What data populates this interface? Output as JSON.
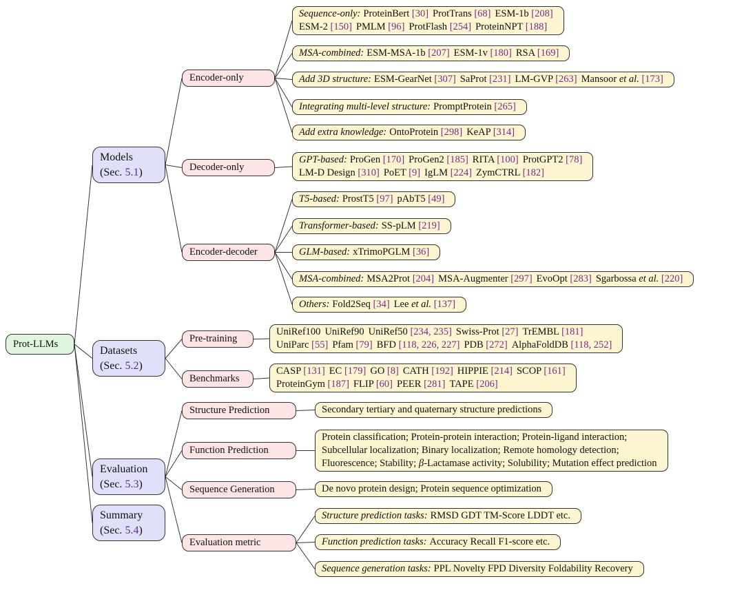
{
  "root": {
    "label": "Prot-LLMs"
  },
  "sections": [
    {
      "title": "Models",
      "sec_prefix": "(Sec. ",
      "sec_num": "5.1",
      "sec_suffix": ")"
    },
    {
      "title": "Datasets",
      "sec_prefix": "(Sec. ",
      "sec_num": "5.2",
      "sec_suffix": ")"
    },
    {
      "title": "Evaluation",
      "sec_prefix": "(Sec. ",
      "sec_num": "5.3",
      "sec_suffix": ")"
    },
    {
      "title": "Summary",
      "sec_prefix": "(Sec. ",
      "sec_num": "5.4",
      "sec_suffix": ")"
    }
  ],
  "subcategories": [
    {
      "label": "Encoder-only"
    },
    {
      "label": "Decoder-only"
    },
    {
      "label": "Encoder-decoder"
    },
    {
      "label": "Pre-training"
    },
    {
      "label": "Benchmarks"
    },
    {
      "label": "Structure Prediction"
    },
    {
      "label": "Function Prediction"
    },
    {
      "label": "Sequence Generation"
    },
    {
      "label": "Evaluation metric"
    }
  ],
  "leaves": [
    {
      "label": "Sequence-only:",
      "lines": [
        [
          {
            "name": "ProteinBert",
            "refs": "[30]"
          },
          {
            "name": "ProtTrans",
            "refs": "[68]"
          },
          {
            "name": "ESM-1b",
            "refs": "[208]"
          }
        ],
        [
          {
            "name": "ESM-2",
            "refs": "[150]"
          },
          {
            "name": "PMLM",
            "refs": "[96]"
          },
          {
            "name": "ProtFlash",
            "refs": "[254]"
          },
          {
            "name": "ProteinNPT",
            "refs": "[188]"
          }
        ]
      ]
    },
    {
      "label": "MSA-combined:",
      "lines": [
        [
          {
            "name": "ESM-MSA-1b",
            "refs": "[207]"
          },
          {
            "name": "ESM-1v",
            "refs": "[180]"
          },
          {
            "name": "RSA",
            "refs": "[169]"
          }
        ]
      ]
    },
    {
      "label": "Add 3D structure:",
      "lines": [
        [
          {
            "name": "ESM-GearNet",
            "refs": "[307]"
          },
          {
            "name": "SaProt",
            "refs": "[231]"
          },
          {
            "name": "LM-GVP",
            "refs": "[263]"
          },
          {
            "name": "Mansoor ",
            "italic": "et al.",
            "refs": "[173]"
          }
        ]
      ]
    },
    {
      "label": "Integrating multi-level structure:",
      "lines": [
        [
          {
            "name": "PromptProtein",
            "refs": "[265]"
          }
        ]
      ]
    },
    {
      "label": "Add extra knowledge:",
      "lines": [
        [
          {
            "name": "OntoProtein",
            "refs": "[298]"
          },
          {
            "name": "KeAP",
            "refs": "[314]"
          }
        ]
      ]
    },
    {
      "label": "GPT-based:",
      "lines": [
        [
          {
            "name": "ProGen",
            "refs": "[170]"
          },
          {
            "name": "ProGen2",
            "refs": "[185]"
          },
          {
            "name": "RITA",
            "refs": "[100]"
          },
          {
            "name": "ProtGPT2",
            "refs": "[78]"
          }
        ],
        [
          {
            "name": "LM-D Design",
            "refs": "[310]"
          },
          {
            "name": "PoET",
            "refs": "[9]"
          },
          {
            "name": "IgLM",
            "refs": "[224]"
          },
          {
            "name": "ZymCTRL",
            "refs": "[182]"
          }
        ]
      ]
    },
    {
      "label": "T5-based:",
      "lines": [
        [
          {
            "name": "ProstT5",
            "refs": "[97]"
          },
          {
            "name": "pAbT5",
            "refs": "[49]"
          }
        ]
      ]
    },
    {
      "label": "Transformer-based:",
      "lines": [
        [
          {
            "name": "SS-pLM",
            "refs": "[219]"
          }
        ]
      ]
    },
    {
      "label": "GLM-based:",
      "lines": [
        [
          {
            "name": "xTrimoPGLM",
            "refs": "[36]"
          }
        ]
      ]
    },
    {
      "label": "MSA-combined:",
      "lines": [
        [
          {
            "name": "MSA2Prot",
            "refs": "[204]"
          },
          {
            "name": "MSA-Augmenter",
            "refs": "[297]"
          },
          {
            "name": "EvoOpt",
            "refs": "[283]"
          },
          {
            "name": "Sgarbossa ",
            "italic": "et al.",
            "refs": "[220]"
          }
        ]
      ]
    },
    {
      "label": "Others:",
      "lines": [
        [
          {
            "name": "Fold2Seq",
            "refs": "[34]"
          },
          {
            "name": "Lee ",
            "italic": "et al.",
            "refs": "[137]"
          }
        ]
      ]
    },
    {
      "label": "",
      "lines": [
        [
          {
            "name": "UniRef100",
            "refs": ""
          },
          {
            "name": "UniRef90",
            "refs": ""
          },
          {
            "name": "UniRef50",
            "refs": "[234, 235]"
          },
          {
            "name": "Swiss-Prot",
            "refs": "[27]"
          },
          {
            "name": "TrEMBL",
            "refs": "[181]"
          }
        ],
        [
          {
            "name": "UniParc",
            "refs": "[55]"
          },
          {
            "name": "Pfam",
            "refs": "[79]"
          },
          {
            "name": "BFD",
            "refs": "[118, 226, 227]"
          },
          {
            "name": "PDB",
            "refs": "[272]"
          },
          {
            "name": "AlphaFoldDB",
            "refs": "[118, 252]"
          }
        ]
      ]
    },
    {
      "label": "",
      "lines": [
        [
          {
            "name": "CASP",
            "refs": "[131]"
          },
          {
            "name": "EC",
            "refs": "[179]"
          },
          {
            "name": "GO",
            "refs": "[8]"
          },
          {
            "name": "CATH",
            "refs": "[192]"
          },
          {
            "name": "HIPPIE",
            "refs": "[214]"
          },
          {
            "name": "SCOP",
            "refs": "[161]"
          }
        ],
        [
          {
            "name": "ProteinGym",
            "refs": "[187]"
          },
          {
            "name": "FLIP",
            "refs": "[60]"
          },
          {
            "name": "PEER",
            "refs": "[281]"
          },
          {
            "name": "TAPE",
            "refs": "[206]"
          }
        ]
      ]
    },
    {
      "label": "",
      "lines": [
        [
          {
            "name": "Secondary  tertiary and quaternary structure predictions",
            "refs": ""
          }
        ]
      ]
    },
    {
      "label": "",
      "lines": [
        [
          {
            "name": "Protein classification; Protein-protein interaction; Protein-ligand interaction;",
            "refs": ""
          }
        ],
        [
          {
            "name": "Subcellular localization; Binary localization; Remote homology detection;",
            "refs": ""
          }
        ],
        [
          {
            "name": "Fluorescence; Stability; ",
            "italic": "β",
            "tail": "-Lactamase activity; Solubility; Mutation effect prediction",
            "refs": ""
          }
        ]
      ]
    },
    {
      "label": "",
      "lines": [
        [
          {
            "name": "De novo protein design; Protein sequence optimization",
            "refs": ""
          }
        ]
      ]
    },
    {
      "label": "Structure prediction tasks:",
      "lines": [
        [
          {
            "name": "RMSD GDT TM-Score LDDT etc.",
            "refs": ""
          }
        ]
      ]
    },
    {
      "label": "Function prediction tasks:",
      "lines": [
        [
          {
            "name": "Accuracy Recall F1-score etc.",
            "refs": ""
          }
        ]
      ]
    },
    {
      "label": "Sequence generation tasks:",
      "lines": [
        [
          {
            "name": "PPL Novelty FPD Diversity Foldability Recovery",
            "refs": ""
          }
        ]
      ]
    }
  ],
  "edges": [
    [
      "root",
      "cat0"
    ],
    [
      "root",
      "cat1"
    ],
    [
      "root",
      "cat2"
    ],
    [
      "root",
      "cat3"
    ],
    [
      "cat0",
      "sub0"
    ],
    [
      "cat0",
      "sub1"
    ],
    [
      "cat0",
      "sub2"
    ],
    [
      "cat1",
      "sub3"
    ],
    [
      "cat1",
      "sub4"
    ],
    [
      "cat2",
      "sub5"
    ],
    [
      "cat2",
      "sub6"
    ],
    [
      "cat2",
      "sub7"
    ],
    [
      "cat2",
      "sub8"
    ],
    [
      "sub0",
      "leaf0"
    ],
    [
      "sub0",
      "leaf1"
    ],
    [
      "sub0",
      "leaf2"
    ],
    [
      "sub0",
      "leaf3"
    ],
    [
      "sub0",
      "leaf4"
    ],
    [
      "sub1",
      "leaf5"
    ],
    [
      "sub2",
      "leaf6"
    ],
    [
      "sub2",
      "leaf7"
    ],
    [
      "sub2",
      "leaf8"
    ],
    [
      "sub2",
      "leaf9"
    ],
    [
      "sub2",
      "leaf10"
    ],
    [
      "sub3",
      "leaf11"
    ],
    [
      "sub4",
      "leaf12"
    ],
    [
      "sub5",
      "leaf13"
    ],
    [
      "sub6",
      "leaf14"
    ],
    [
      "sub7",
      "leaf15"
    ],
    [
      "sub8",
      "leaf16"
    ],
    [
      "sub8",
      "leaf17"
    ],
    [
      "sub8",
      "leaf18"
    ]
  ]
}
